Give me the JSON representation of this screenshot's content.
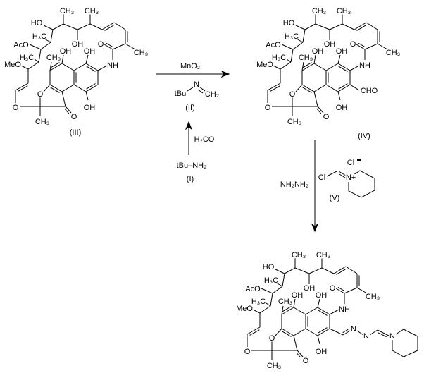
{
  "skeleton_labels": [
    "CH₃",
    "CH₃",
    "HO",
    "H₃C",
    "OH",
    "AcO",
    "H₃C",
    "MeO",
    "O",
    "CH₃",
    "OH",
    "OH",
    "CH₃",
    "NH",
    "O",
    "O",
    "OH",
    "O",
    "CH₃"
  ],
  "compounds": {
    "III": {
      "label": "(III)"
    },
    "IV": {
      "label": "(IV)",
      "substituent": "CHO"
    },
    "VI": {
      "hydrazone": [
        "N",
        "N",
        "N"
      ]
    }
  },
  "reagents": {
    "oxidant": "MnO₂",
    "imine_tbu": "tBu",
    "imine_n": "N",
    "imine_ch2": "CH₂",
    "imine_label": "(II)",
    "formaldehyde": "H₂CO",
    "amine": "tBu–NH₂",
    "amine_label": "(I)",
    "hydrazine": "NH₂NH₂",
    "chloride": "Cl",
    "vilsmeier_cl": "Cl",
    "vilsmeier_n": "N+",
    "vilsmeier_label": "(V)"
  }
}
